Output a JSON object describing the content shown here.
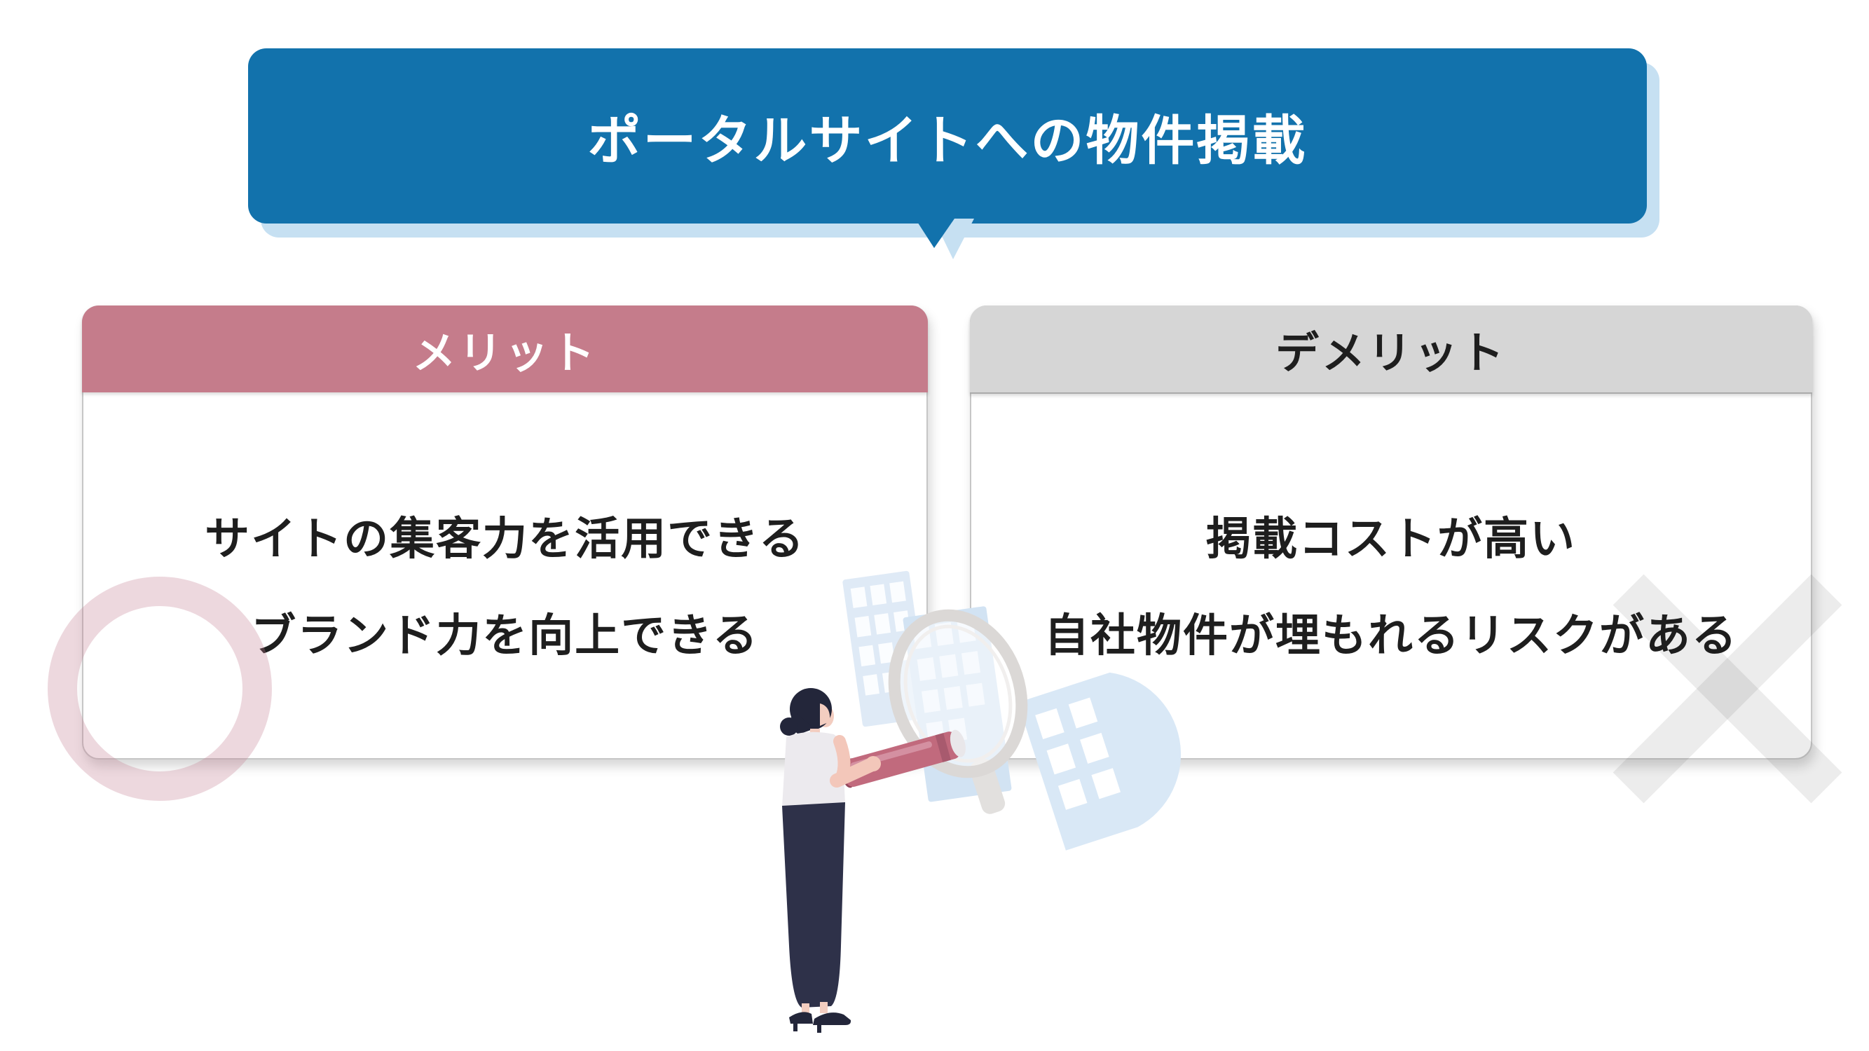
{
  "banner": {
    "title": "ポータルサイトへの物件掲載"
  },
  "cards": {
    "merit": {
      "header": "メリット",
      "lines": [
        "サイトの集客力を活用できる",
        "ブランド力を向上できる"
      ]
    },
    "demerit": {
      "header": "デメリット",
      "lines": [
        "掲載コストが高い",
        "自社物件が埋もれるリスクがある"
      ]
    }
  },
  "decorations": {
    "left_mark_icon": "circle-outline-mark",
    "right_mark_icon": "cross-mark",
    "center_icons": [
      "person-with-telescope",
      "magnifying-glass",
      "buildings"
    ]
  },
  "colors": {
    "banner_blue": "#1272ac",
    "banner_shadow_blue": "#c6e0f2",
    "merit_header_pink": "#c57c8b",
    "demerit_header_gray": "#d6d6d6",
    "text_dark": "#1e1e1e",
    "text_white": "#ffffff",
    "circle_mark_pink": "#eed8de",
    "cross_mark_gray": "#ebebeb",
    "building_blue": "#d8e7f5",
    "telescope_pink": "#c16a7d",
    "figure_navy": "#2e3149"
  }
}
